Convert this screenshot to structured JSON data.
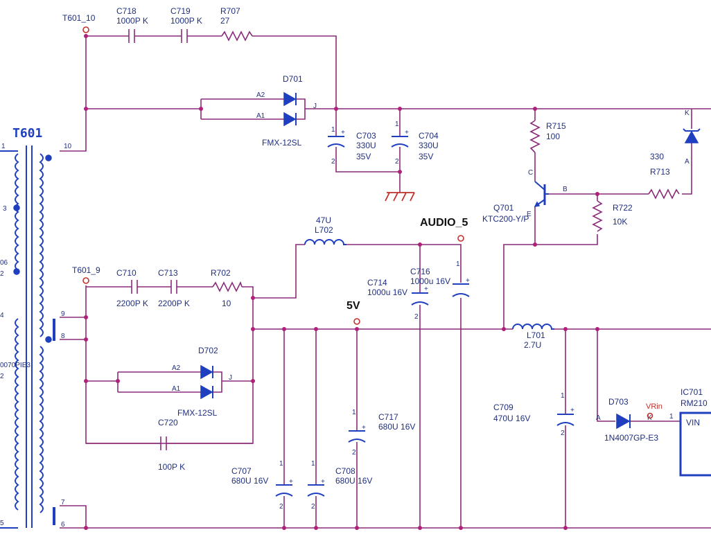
{
  "transformer": {
    "ref": "T601",
    "pins_left": [
      "1",
      "3",
      "06",
      "2",
      "4",
      "0070PIE3",
      "2",
      "5"
    ],
    "pins_right": [
      "10",
      "9",
      "8",
      "7",
      "6"
    ]
  },
  "testpoints": {
    "t601_10": "T601_10",
    "t601_9": "T601_9"
  },
  "nets": {
    "audio5": "AUDIO_5",
    "v5": "5V",
    "vrin": "VRin"
  },
  "components": {
    "C718": {
      "ref": "C718",
      "value": "1000P K"
    },
    "C719": {
      "ref": "C719",
      "value": "1000P K"
    },
    "R707": {
      "ref": "R707",
      "value": "27"
    },
    "D701": {
      "ref": "D701",
      "value": "FMX-12SL",
      "pin_a2": "A2",
      "pin_a1": "A1",
      "pin_j": "J"
    },
    "C703": {
      "ref": "C703",
      "value": "330U",
      "voltage": "35V"
    },
    "C704": {
      "ref": "C704",
      "value": "330U",
      "voltage": "35V"
    },
    "R715": {
      "ref": "R715",
      "value": "100"
    },
    "Q701": {
      "ref": "Q701",
      "value": "KTC200-Y/P",
      "pin_c": "C",
      "pin_b": "B",
      "pin_e": "E"
    },
    "R713": {
      "ref": "R713",
      "value": "330"
    },
    "R722": {
      "ref": "R722",
      "value": "10K"
    },
    "L702": {
      "ref": "L702",
      "value": "47U"
    },
    "C710": {
      "ref": "C710",
      "value": "2200P K"
    },
    "C713": {
      "ref": "C713",
      "value": "2200P K"
    },
    "R702": {
      "ref": "R702",
      "value": "10"
    },
    "C714": {
      "ref": "C714",
      "value": "1000u 16V"
    },
    "C716": {
      "ref": "C716",
      "value": "1000u 16V"
    },
    "D702": {
      "ref": "D702",
      "value": "FMX-12SL",
      "pin_a2": "A2",
      "pin_a1": "A1",
      "pin_j": "J"
    },
    "L701": {
      "ref": "L701",
      "value": "2.7U"
    },
    "C720": {
      "ref": "C720",
      "value": "100P K"
    },
    "C717": {
      "ref": "C717",
      "value": "680U 16V"
    },
    "C709": {
      "ref": "C709",
      "value": "470U 16V"
    },
    "D703": {
      "ref": "D703",
      "value": "1N4007GP-E3",
      "pin_a": "A",
      "pin_k": "K"
    },
    "C707": {
      "ref": "C707",
      "value": "680U 16V"
    },
    "C708": {
      "ref": "C708",
      "value": "680U 16V"
    },
    "IC701": {
      "ref": "IC701",
      "value": "RM210",
      "pin_vin": "VIN",
      "pin1": "1"
    },
    "Z1": {
      "pin_a": "A",
      "pin_k": "K"
    }
  },
  "cap_pins": {
    "p1": "1",
    "p2": "2",
    "plus": "+"
  }
}
